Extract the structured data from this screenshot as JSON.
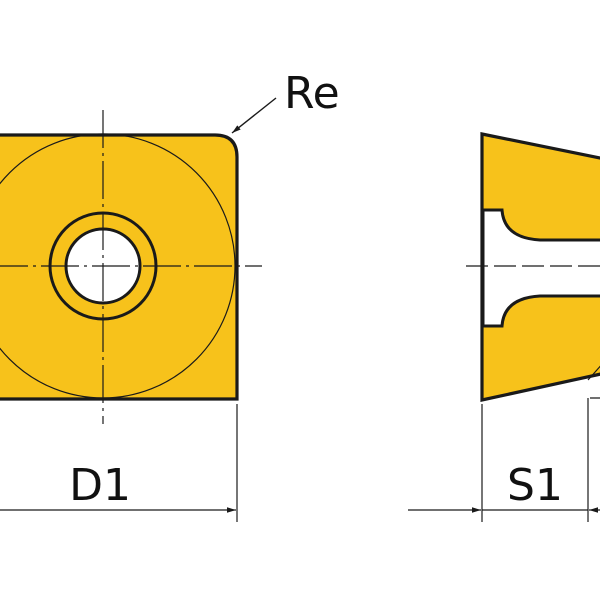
{
  "labels": {
    "corner_radius": "Re",
    "diameter": "D1",
    "thickness": "S1"
  },
  "colors": {
    "insert_fill": "#F7C21B",
    "outline": "#1a1a1a",
    "hole_fill": "#ffffff",
    "background": "#ffffff"
  }
}
